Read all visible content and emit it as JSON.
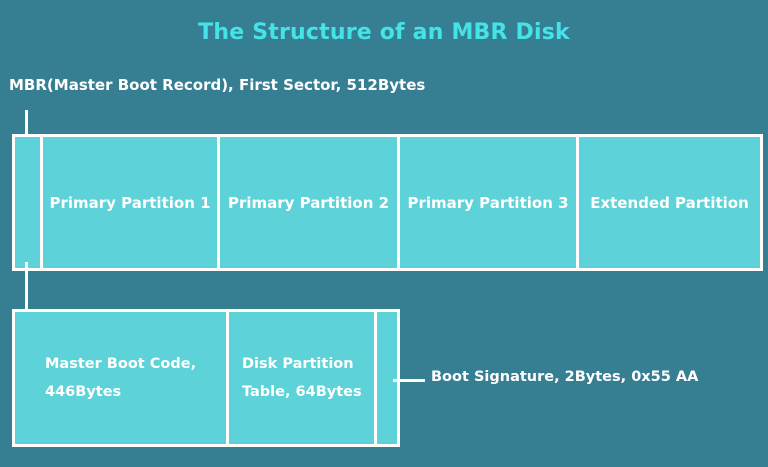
{
  "title": "The Structure of an MBR Disk",
  "mbr_label": "MBR(Master Boot Record), First Sector, 512Bytes",
  "disk": {
    "partitions": [
      "Primary Partition 1",
      "Primary Partition 2",
      "Primary Partition 3",
      "Extended Partition"
    ]
  },
  "mbr_detail": {
    "boot_code": "Master Boot Code,\n446Bytes",
    "partition_table": "Disk Partition\nTable, 64Bytes"
  },
  "boot_signature": "Boot Signature, 2Bytes, 0x55 AA",
  "colors": {
    "background": "#367f93",
    "box_fill": "#5dd2d9",
    "title": "#44e3e8",
    "lines": "#ffffff"
  }
}
